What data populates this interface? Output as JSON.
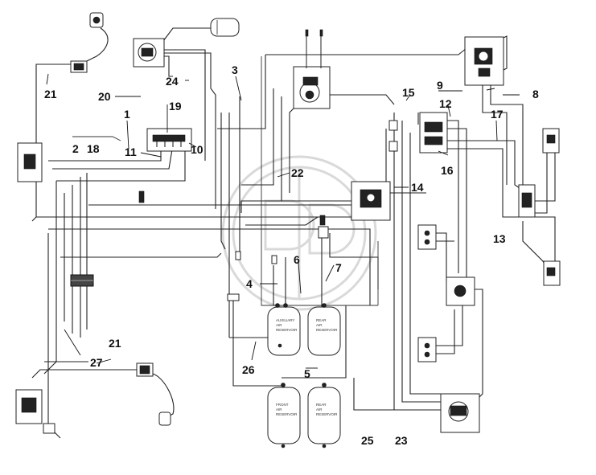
{
  "callouts": {
    "c1": "1",
    "c2": "2",
    "c3": "3",
    "c4": "4",
    "c5": "5",
    "c6": "6",
    "c7": "7",
    "c8": "8",
    "c9": "9",
    "c10": "10",
    "c11": "11",
    "c12": "12",
    "c13": "13",
    "c14": "14",
    "c15": "15",
    "c16": "16",
    "c17": "17",
    "c18": "18",
    "c19": "19",
    "c20": "20",
    "c21a": "21",
    "c21b": "21",
    "c22": "22",
    "c23": "23",
    "c24": "24",
    "c25": "25",
    "c26": "26",
    "c27": "27"
  },
  "tanks": {
    "auxiliary": [
      "AUXILIARY",
      "AIR",
      "RESERVOIR"
    ],
    "rear_top": [
      "REAR",
      "AIR",
      "RESERVOIR"
    ],
    "front": [
      "FRONT",
      "AIR",
      "RESERVOIR"
    ],
    "rear_bottom": [
      "REAR",
      "AIR",
      "RESERVOIR"
    ]
  }
}
